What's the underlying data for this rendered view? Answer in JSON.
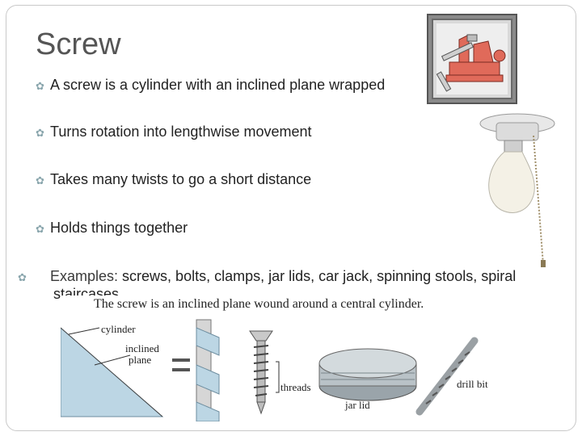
{
  "slide": {
    "title": "Screw",
    "bullets": [
      {
        "text": "A screw is a cylinder with an inclined plane wrapped"
      },
      {
        "text": "Turns rotation into lengthwise movement"
      },
      {
        "text": "Takes many twists to go a short distance"
      },
      {
        "text": "Holds things together"
      },
      {
        "lead": "Examples:",
        "text": " screws, bolts, clamps, jar lids, car jack, spinning stools, spiral staircases"
      }
    ]
  },
  "illustration": {
    "caption": "The screw is an inclined plane wound around a central cylinder.",
    "labels": {
      "cylinder": "cylinder",
      "inclined_plane_line1": "inclined",
      "inclined_plane_line2": "plane",
      "threads": "threads",
      "jar_lid": "jar lid",
      "drill_bit": "drill bit"
    }
  },
  "colors": {
    "title": "#555555",
    "bullet_mark": "#8aa6ad",
    "vise": "#e06a5a",
    "diagram_fill": "#bcd6e4"
  },
  "icons": [
    "vise-clamp-picture",
    "lightbulb-pull-chain-picture"
  ]
}
